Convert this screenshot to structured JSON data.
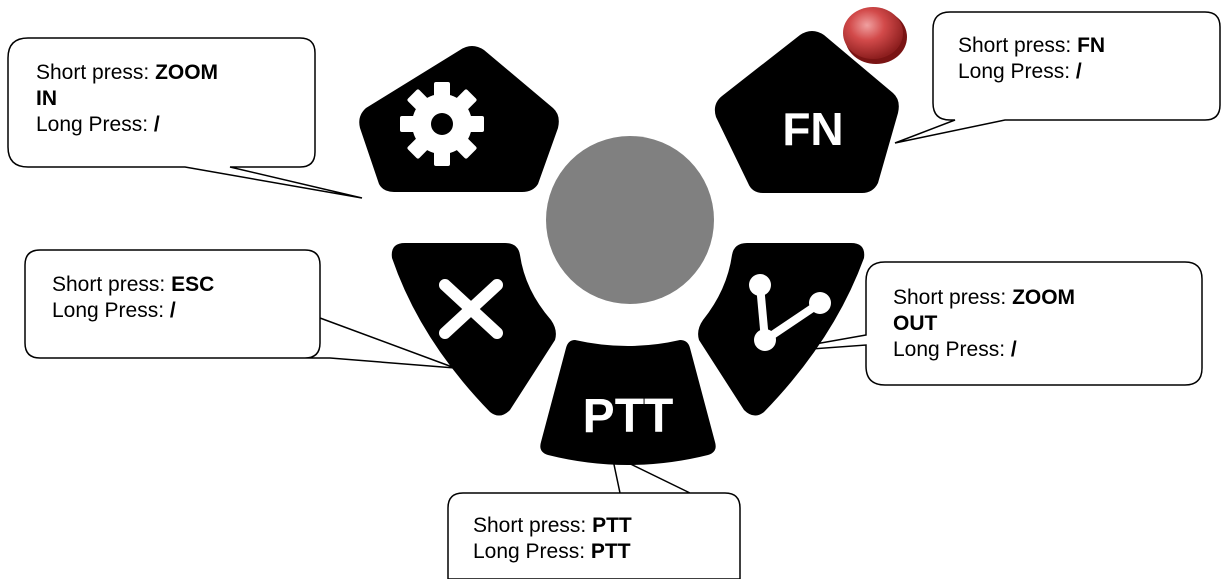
{
  "buttons": {
    "settings": {
      "icon": "gear-icon",
      "callout": {
        "short_prefix": "Short press: ",
        "short_value_line1": "ZOOM",
        "short_value_line2": "IN",
        "long_prefix": "Long Press: ",
        "long_value": "/"
      }
    },
    "fn": {
      "label": "FN",
      "indicator_color": "#c0392b",
      "callout": {
        "short_prefix": "Short press: ",
        "short_value": "FN",
        "long_prefix": "Long Press: ",
        "long_value": "/"
      }
    },
    "esc": {
      "icon": "close-icon",
      "callout": {
        "short_prefix": "Short press: ",
        "short_value": "ESC",
        "long_prefix": "Long Press: ",
        "long_value": "/"
      }
    },
    "zoom_out": {
      "icon": "share-icon",
      "callout": {
        "short_prefix": "Short press: ",
        "short_value_line1": "ZOOM",
        "short_value_line2": "OUT",
        "long_prefix": "Long Press: ",
        "long_value": "/"
      }
    },
    "ptt": {
      "label": "PTT",
      "callout": {
        "short_prefix": "Short press: ",
        "short_value": "PTT",
        "long_prefix": "Long Press: ",
        "long_value": "PTT"
      }
    },
    "center": {
      "color": "#808080"
    }
  },
  "colors": {
    "button_fill": "#000000",
    "callout_border": "#000000",
    "callout_fill": "#ffffff"
  }
}
